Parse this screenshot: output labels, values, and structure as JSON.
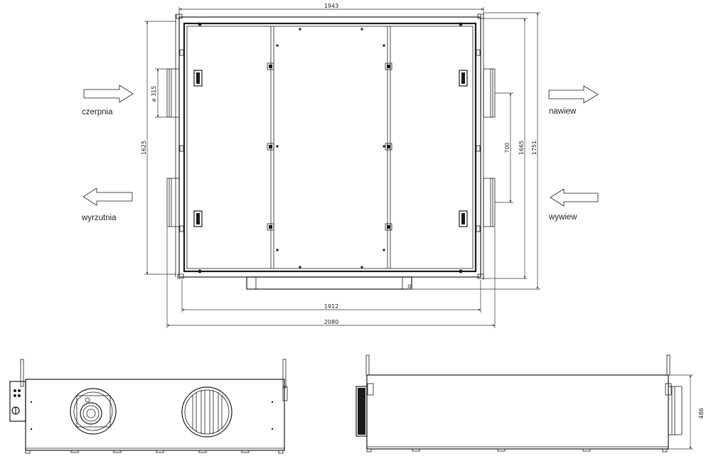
{
  "dimensions": {
    "top_width": "1943",
    "inner_width": "1912",
    "overall_width": "2080",
    "left_height": "1625",
    "inner_height": "1665",
    "overall_height": "1751",
    "port_spacing": "700",
    "duct_diameter": "ø 315",
    "side_height": "486"
  },
  "airflow": {
    "intake": "czerpnia",
    "exhaust": "wyrzutnia",
    "supply": "nawiew",
    "extract": "wywiew"
  }
}
